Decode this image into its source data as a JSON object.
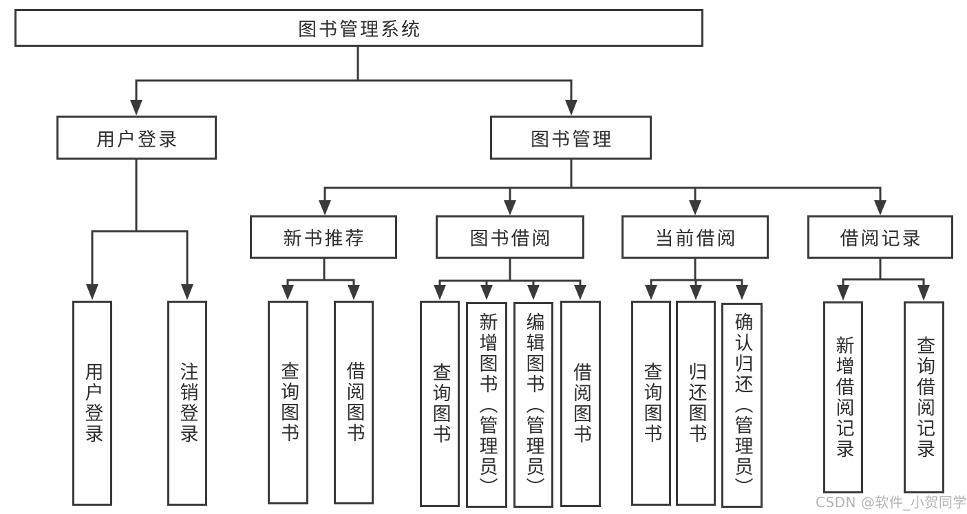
{
  "diagram": {
    "root": {
      "label": "图书管理系统"
    },
    "level2": [
      {
        "label": "用户登录"
      },
      {
        "label": "图书管理"
      }
    ],
    "level3": [
      {
        "label": "新书推荐"
      },
      {
        "label": "图书借阅"
      },
      {
        "label": "当前借阅"
      },
      {
        "label": "借阅记录"
      }
    ],
    "leaves": {
      "login": [
        "用户登录",
        "注销登录"
      ],
      "recommend": [
        "查询图书",
        "借阅图书"
      ],
      "borrow": [
        "查询图书",
        "新增图书（管理员）",
        "编辑图书（管理员）",
        "借阅图书"
      ],
      "current": [
        "查询图书",
        "归还图书",
        "确认归还（管理员）"
      ],
      "records": [
        "新增借阅记录",
        "查询借阅记录"
      ]
    }
  },
  "watermark": {
    "text": "CSDN @软件_小贺同学"
  },
  "colors": {
    "line": "#3a3a3a",
    "text": "#2e2e2e",
    "background": "#ffffff",
    "watermark": "#b3b3b3"
  }
}
